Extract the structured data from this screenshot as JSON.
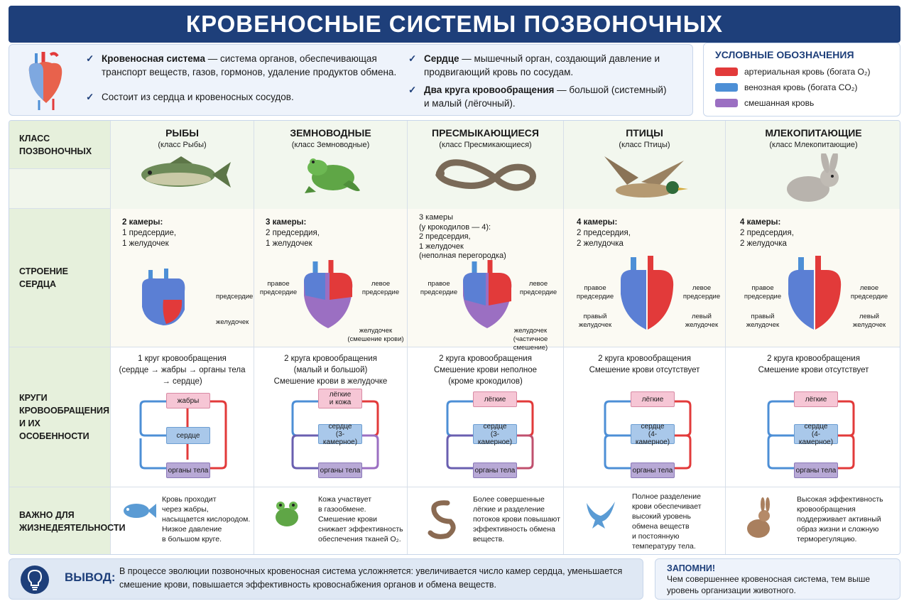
{
  "title": "КРОВЕНОСНЫЕ СИСТЕМЫ ПОЗВОНОЧНЫХ",
  "intro": {
    "item1_bold": "Кровеносная система",
    "item1_rest": " — система органов, обеспечивающая",
    "item1_line2": "транспорт веществ, газов, гормонов, удаление продуктов обмена.",
    "item2": "Состоит из сердца и кровеносных сосудов.",
    "item3_bold": "Сердце",
    "item3_rest": " — мышечный орган, создающий давление и",
    "item3_line2": "продвигающий кровь по сосудам.",
    "item4_bold": "Два круга кровообращения",
    "item4_rest": " — большой (системный)",
    "item4_line2": "и малый (лёгочный)."
  },
  "legend": {
    "title": "УСЛОВНЫЕ ОБОЗНАЧЕНИЯ",
    "items": [
      {
        "label": "артериальная кровь (богата O₂)",
        "color": "#e23a3a"
      },
      {
        "label": "венозная кровь (богата CO₂)",
        "color": "#4d8fd6"
      },
      {
        "label": "смешанная кровь",
        "color": "#9b6fc2"
      }
    ]
  },
  "row_labels": {
    "class": [
      "КЛАСС",
      "ПОЗВОНОЧНЫХ"
    ],
    "heart": [
      "СТРОЕНИЕ",
      "СЕРДЦА"
    ],
    "circ": [
      "КРУГИ",
      "КРОВООБРАЩЕНИЯ",
      "И ИХ ОСОБЕННОСТИ"
    ],
    "imp": [
      "ВАЖНО ДЛЯ",
      "ЖИЗНЕДЕЯТЕЛЬНОСТИ"
    ]
  },
  "columns": [
    {
      "name": "РЫБЫ",
      "sub": "(класс Рыбы)",
      "heart": [
        "2 камеры:",
        "1 предсердие,",
        "1 желудочек"
      ],
      "heart_labels": {
        "right_top": "предсердие",
        "right_bottom": "желудочек"
      },
      "circ": [
        "1 круг кровообращения",
        "(сердце → жабры → органы тела",
        "→ сердце)"
      ],
      "boxes": [
        "жабры",
        "сердце",
        "органы тела"
      ],
      "imp": [
        "Кровь проходит",
        "через жабры,",
        "насыщается кислородом.",
        "Низкое давление",
        "в большом круге."
      ]
    },
    {
      "name": "ЗЕМНОВОДНЫЕ",
      "sub": "(класс Земноводные)",
      "heart": [
        "3 камеры:",
        "2 предсердия,",
        "1 желудочек"
      ],
      "heart_labels": {
        "left_top": "правое\nпредсердие",
        "right_top": "левое\nпредсердие",
        "right_bottom": "желудочек\n(смешение крови)"
      },
      "circ": [
        "2 круга кровообращения",
        "(малый и большой)",
        "Смешение крови в желудочке"
      ],
      "boxes": [
        "лёгкие\nи кожа",
        "сердце\n(3-камерное)",
        "органы тела"
      ],
      "imp": [
        "Кожа участвует",
        "в газообмене.",
        "Смешение крови",
        "снижает эффективность",
        "обеспечения тканей O₂."
      ]
    },
    {
      "name": "ПРЕСМЫКАЮЩИЕСЯ",
      "sub": "(класс Пресмикающиеся)",
      "heart": [
        "3 камеры",
        "(у крокодилов — 4):",
        "2 предсердия,",
        "1 желудочек",
        "(неполная перегородка)"
      ],
      "heart_labels": {
        "left_top": "правое\nпредсердие",
        "right_top": "левое\nпредсердие",
        "right_bottom": "желудочек\n(частичное смешение)"
      },
      "circ": [
        "2 круга кровообращения",
        "Смешение крови неполное",
        "(кроме крокодилов)"
      ],
      "boxes": [
        "лёгкие",
        "сердце\n(3-камерное)",
        "органы тела"
      ],
      "imp": [
        "Более совершенные",
        "лёгкие и разделение",
        "потоков крови повышают",
        "эффективность обмена",
        "веществ."
      ]
    },
    {
      "name": "ПТИЦЫ",
      "sub": "(класс Птицы)",
      "heart": [
        "4 камеры:",
        "2 предсердия,",
        "2 желудочка"
      ],
      "heart_labels": {
        "left_top": "правое\nпредсердие",
        "right_top": "левое\nпредсердие",
        "left_bottom": "правый\nжелудочек",
        "right_bottom": "левый\nжелудочек"
      },
      "circ": [
        "2 круга кровообращения",
        "Смешение крови отсутствует"
      ],
      "boxes": [
        "лёгкие",
        "сердце\n(4-камерное)",
        "органы тела"
      ],
      "imp": [
        "Полное разделение",
        "крови обеспечивает",
        "высокий уровень",
        "обмена веществ",
        "и постоянную",
        "температуру тела."
      ]
    },
    {
      "name": "МЛЕКОПИТАЮЩИЕ",
      "sub": "(класс Млекопитающие)",
      "heart": [
        "4 камеры:",
        "2 предсердия,",
        "2 желудочка"
      ],
      "heart_labels": {
        "left_top": "правое\nпредсердие",
        "right_top": "левое\nпредсердие",
        "left_bottom": "правый\nжелудочек",
        "right_bottom": "левый\nжелудочек"
      },
      "circ": [
        "2 круга кровообращения",
        "Смешение крови отсутствует"
      ],
      "boxes": [
        "лёгкие",
        "сердце\n(4-камерное)",
        "органы тела"
      ],
      "imp": [
        "Высокая эффективность",
        "кровообращения",
        "поддерживает активный",
        "образ жизни и сложную",
        "терморегуляцию."
      ]
    }
  ],
  "conclusion": {
    "label": "ВЫВОД:",
    "text": "В процессе эволюции позвоночных кровеносная система усложняется: увеличивается число камер сердца, уменьшается смешение крови, повышается эффективность кровоснабжения органов и обмена веществ."
  },
  "remember": {
    "title": "ЗАПОМНИ!",
    "text": "Чем совершеннее кровеносная система, тем выше уровень организации животного."
  }
}
